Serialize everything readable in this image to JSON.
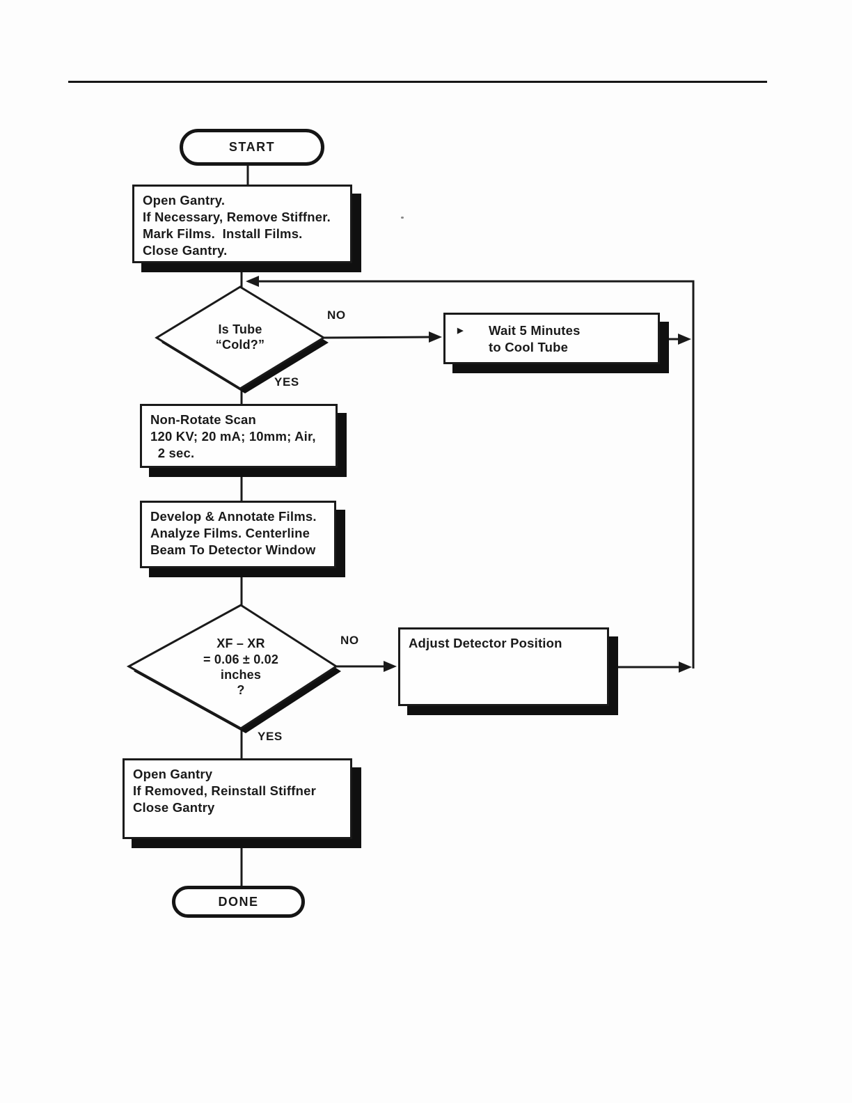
{
  "page": {
    "background": "#fdfdfd",
    "ink": "#1a1a1a"
  },
  "flowchart": {
    "terminals": {
      "start": "START",
      "done": "DONE"
    },
    "boxes": {
      "prep": {
        "lines": [
          "Open Gantry.",
          "If Necessary, Remove Stiffner.",
          "Mark Films.  Install Films.",
          "Close Gantry."
        ]
      },
      "wait": {
        "bullet": "▶",
        "lines": [
          "Wait 5 Minutes",
          "to Cool Tube"
        ]
      },
      "scan": {
        "lines": [
          "Non-Rotate Scan",
          "120 KV; 20 mA; 10mm; Air,",
          "  2 sec."
        ]
      },
      "develop": {
        "lines": [
          "Develop & Annotate Films.",
          "Analyze Films. Centerline",
          "Beam To Detector Window"
        ]
      },
      "adjust": {
        "lines": [
          "Adjust Detector Position"
        ]
      },
      "reinstall": {
        "lines": [
          "Open Gantry",
          "If Removed, Reinstall Stiffner",
          "Close Gantry"
        ]
      }
    },
    "decisions": {
      "tube_cold": {
        "lines": [
          "Is Tube",
          "“Cold?”"
        ]
      },
      "xf_xr": {
        "lines": [
          "XF – XR",
          "= 0.06  ± 0.02",
          "inches",
          "?"
        ]
      }
    },
    "edge_labels": {
      "tube_no": "NO",
      "tube_yes": "YES",
      "xf_no": "NO",
      "xf_yes": "YES"
    }
  }
}
